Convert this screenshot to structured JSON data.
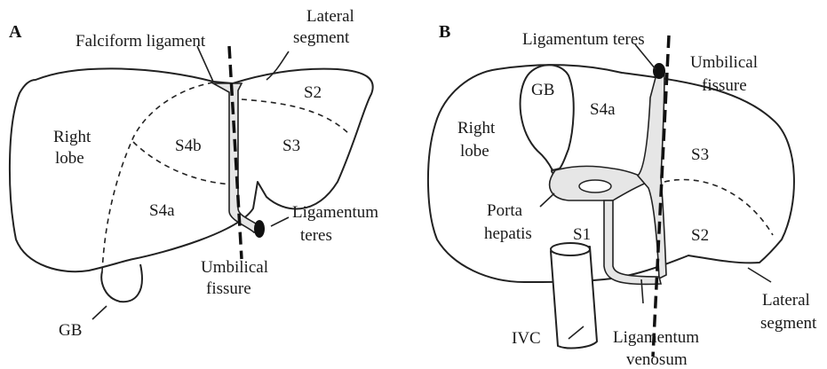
{
  "panels": {
    "A": {
      "panel_label": "A",
      "labels": {
        "falciform": "Falciform ligament",
        "lateral_1": "Lateral",
        "lateral_2": "segment",
        "s2": "S2",
        "right_1": "Right",
        "right_2": "lobe",
        "s4b": "S4b",
        "s3": "S3",
        "s4a": "S4a",
        "lig_teres_1": "Ligamentum",
        "lig_teres_2": "teres",
        "umb_1": "Umbilical",
        "umb_2": "fissure",
        "gb": "GB"
      }
    },
    "B": {
      "panel_label": "B",
      "labels": {
        "lig_teres": "Ligamentum teres",
        "umb_1": "Umbilical",
        "umb_2": "fissure",
        "gb": "GB",
        "right_1": "Right",
        "right_2": "lobe",
        "s4a": "S4a",
        "s3": "S3",
        "porta_1": "Porta",
        "porta_2": "hepatis",
        "s1": "S1",
        "s2": "S2",
        "lateral_1": "Lateral",
        "lateral_2": "segment",
        "ivc": "IVC",
        "lig_ven_1": "Ligamentum",
        "lig_ven_2": "venosum"
      }
    }
  }
}
